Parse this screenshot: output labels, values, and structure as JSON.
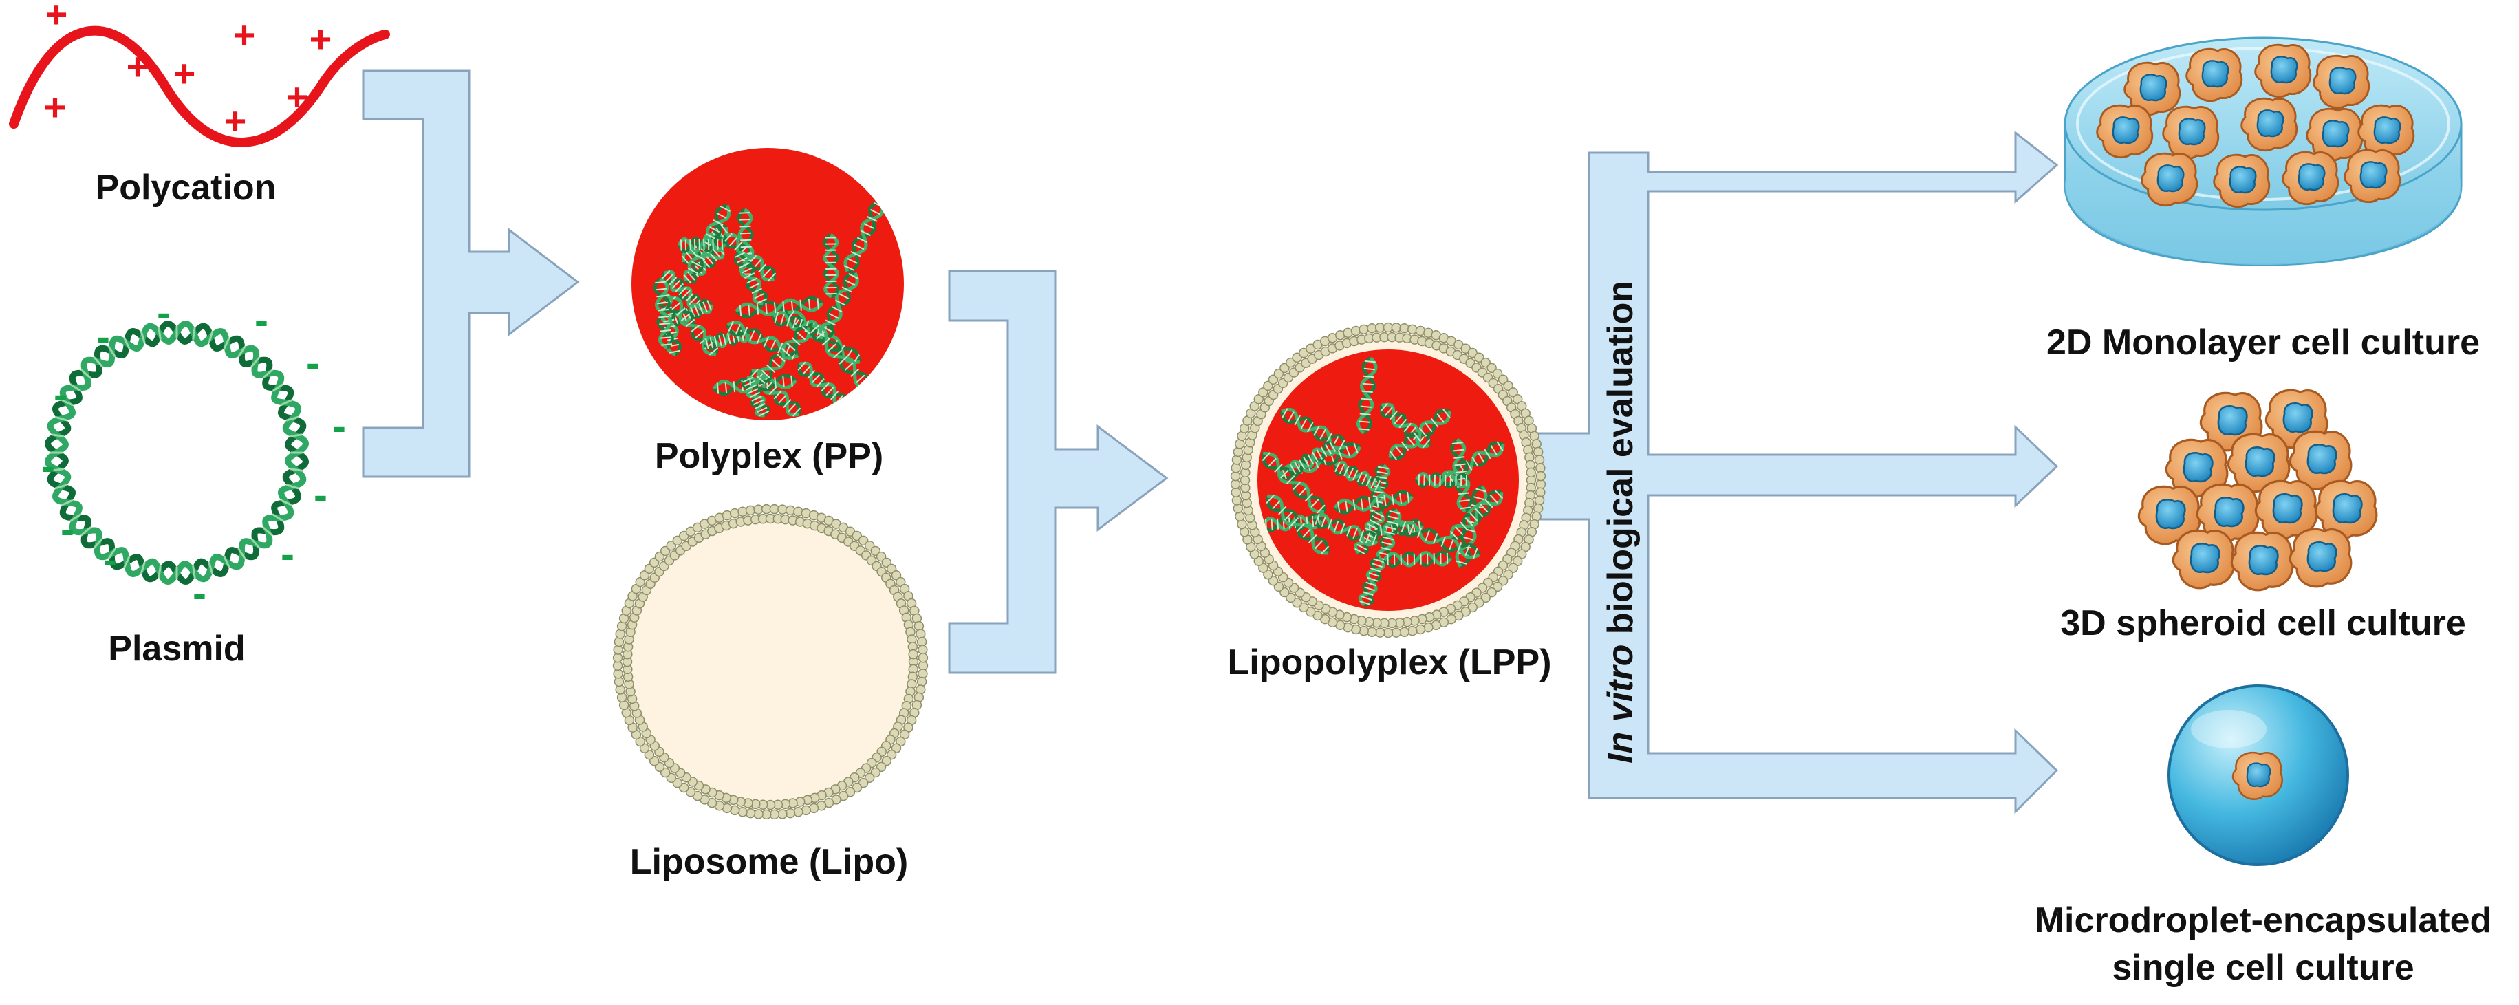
{
  "labels": {
    "polycation": "Polycation",
    "plasmid": "Plasmid",
    "polyplex": "Polyplex (PP)",
    "liposome": "Liposome (Lipo)",
    "lipopolyplex": "Lipopolyplex (LPP)",
    "in_vitro_italic": "In vitro",
    "in_vitro_rest": " biological evaluation",
    "monolayer": "2D Monolayer cell culture",
    "spheroid": "3D spheroid cell culture",
    "microdroplet_line1": "Microdroplet-encapsulated",
    "microdroplet_line2": "single cell culture"
  },
  "signs": {
    "plus": "+",
    "minus": "-"
  },
  "colors": {
    "arrow_fill": "#cde6f7",
    "arrow_stroke": "#8aa3bc",
    "polycation_red": "#e8141b",
    "dna_green": "#1f8a4c",
    "polyplex_red": "#ee1c10",
    "liposome_fill": "#fdf3e0",
    "lipid_bead": "#d8d6b0",
    "cell_orange": "#f0a05a",
    "nucleus_blue": "#2b9bd0",
    "dish_blue": "#9ad7ee",
    "droplet_blue": "#3fb4de"
  }
}
